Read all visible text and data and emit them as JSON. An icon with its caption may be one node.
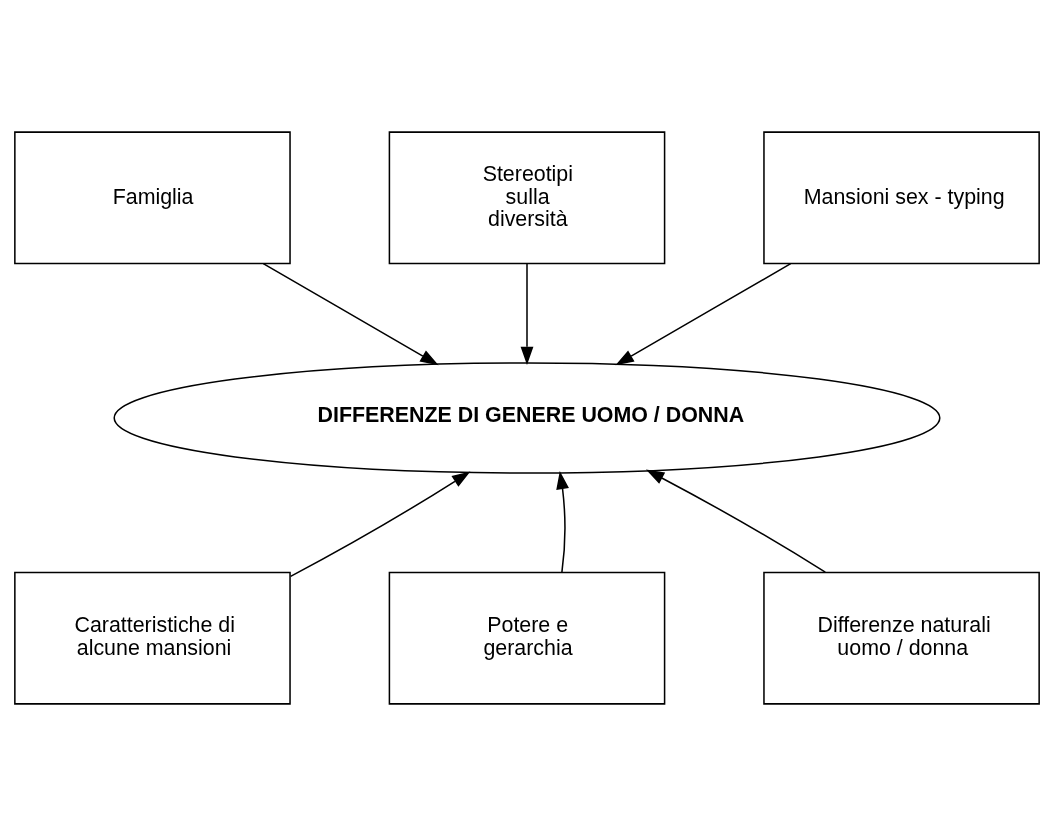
{
  "diagram": {
    "nodes": [
      {
        "text": [
          "Famiglia"
        ]
      },
      {
        "text": [
          "Stereotipi sulla diversità"
        ]
      },
      {
        "text": [
          "Mansioni sex - typing"
        ]
      },
      {
        "text": [
          "DIFFERENZE DI GENERE UOMO / DONNA"
        ]
      },
      {
        "text": [
          "Caratteristiche di alcune mansioni"
        ]
      },
      {
        "text": [
          "Potere e gerarchia"
        ]
      },
      {
        "text": [
          "Differenze naturali uomo / donna"
        ]
      }
    ],
    "edges": [
      {
        "from": 0,
        "to": 3,
        "arrow": "to"
      },
      {
        "from": 1,
        "to": 3,
        "arrow": "to"
      },
      {
        "from": 2,
        "to": 3,
        "arrow": "to"
      },
      {
        "from": 4,
        "to": 3,
        "arrow": "to"
      },
      {
        "from": 5,
        "to": 3,
        "arrow": "to"
      },
      {
        "from": 6,
        "to": 3,
        "arrow": "to"
      }
    ]
  }
}
